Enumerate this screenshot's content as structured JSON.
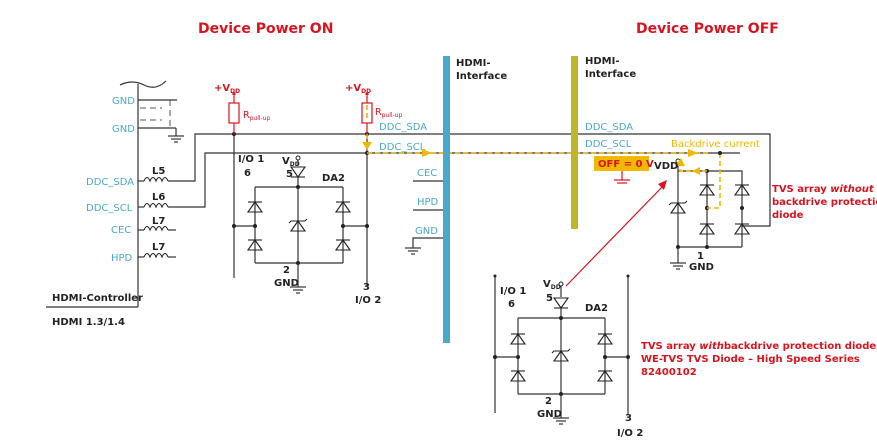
{
  "titles": {
    "left": "Device Power ON",
    "right": "Device Power OFF"
  },
  "controller": {
    "name": "HDMI-Controller",
    "version": "HDMI 1.3/1.4",
    "pins": [
      "GND",
      "GND",
      "DDC_SDA",
      "DDC_SCL",
      "CEC",
      "HPD"
    ],
    "inductors": [
      "L5",
      "L6",
      "L7",
      "L7"
    ]
  },
  "pullups": {
    "supply": "+V",
    "supply_sub": "DD",
    "resistor": "R",
    "resistor_sub": "pull-up"
  },
  "tvs_left": {
    "io1": "I/O 1",
    "pin6": "6",
    "vdd": "V",
    "vdd_sub": "DD",
    "pin5": "5",
    "name": "DA2",
    "pin2": "2",
    "gnd": "GND",
    "pin3": "3",
    "io2": "I/O 2"
  },
  "interfaces": {
    "left_label_1": "HDMI-",
    "left_label_2": "Interface",
    "right_label_1": "HDMI-",
    "right_label_2": "Interface",
    "left_color": "#4aa9c9",
    "right_color": "#bfb52a",
    "left_signals": [
      "DDC_SDA",
      "DDC_SCL",
      "CEC",
      "HPD",
      "GND"
    ],
    "right_signals": [
      "DDC_SDA",
      "DDC_SCL"
    ]
  },
  "power_off": {
    "badge": "OFF = 0 V",
    "badge_color": "#f2b700",
    "backdrive": "Backdrive current",
    "vdd": "VDD",
    "pin1": "1",
    "gnd": "GND",
    "note_line1_a": "TVS array ",
    "note_line1_em": "without",
    "note_line2": "backdrive protection",
    "note_line3": "diode"
  },
  "tvs_bottom": {
    "io1": "I/O 1",
    "pin6": "6",
    "vdd": "V",
    "vdd_sub": "DD",
    "pin5": "5",
    "name": "DA2",
    "pin2": "2",
    "gnd": "GND",
    "pin3": "3",
    "io2": "I/O 2",
    "note_line1_a": "TVS array ",
    "note_line1_em": "with",
    "note_line1_b": "backdrive protection diode:",
    "note_line2": "WE-TVS TVS Diode – High Speed Series",
    "note_line3": "82400102"
  },
  "colors": {
    "accent_red": "#d8151f",
    "signal_blue": "#4aa9c9",
    "backdrive_amber": "#f2b700"
  }
}
